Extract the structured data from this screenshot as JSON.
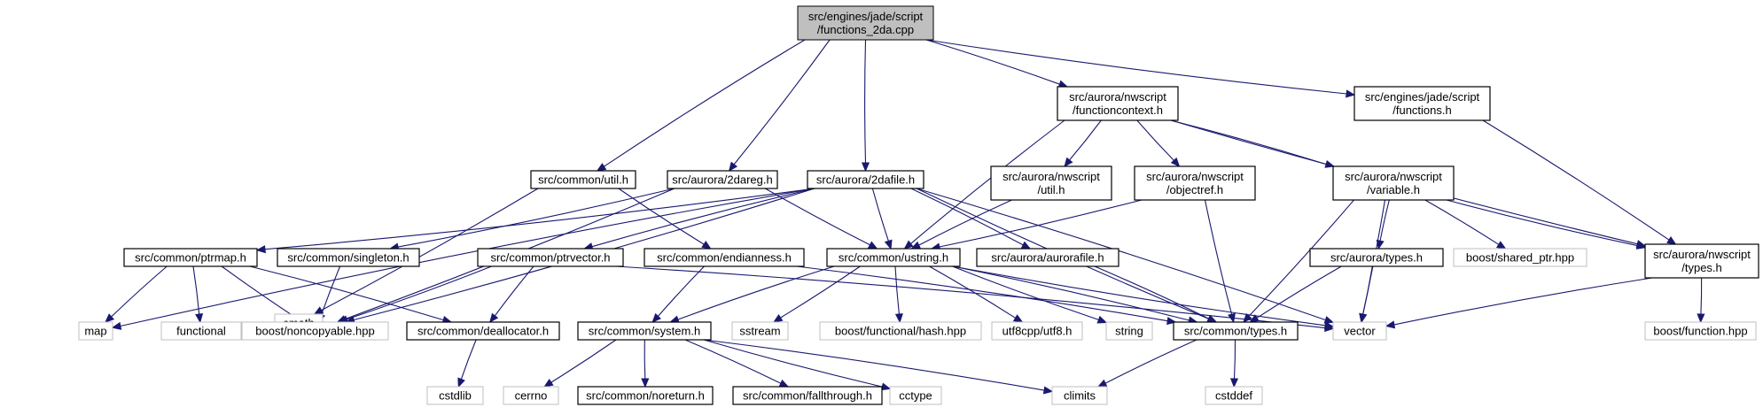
{
  "graph": {
    "nodes": [
      {
        "id": "functions_2da",
        "lines": [
          "src/engines/jade/script",
          "/functions_2da.cpp"
        ],
        "kind": "main"
      },
      {
        "id": "util_h",
        "lines": [
          "src/common/util.h"
        ],
        "kind": "proj"
      },
      {
        "id": "2dareg",
        "lines": [
          "src/aurora/2dareg.h"
        ],
        "kind": "proj"
      },
      {
        "id": "2dafile",
        "lines": [
          "src/aurora/2dafile.h"
        ],
        "kind": "proj"
      },
      {
        "id": "functioncontext",
        "lines": [
          "src/aurora/nwscript",
          "/functioncontext.h"
        ],
        "kind": "proj"
      },
      {
        "id": "jade_functions",
        "lines": [
          "src/engines/jade/script",
          "/functions.h"
        ],
        "kind": "proj"
      },
      {
        "id": "nws_util",
        "lines": [
          "src/aurora/nwscript",
          "/util.h"
        ],
        "kind": "proj"
      },
      {
        "id": "objectref",
        "lines": [
          "src/aurora/nwscript",
          "/objectref.h"
        ],
        "kind": "proj"
      },
      {
        "id": "variable",
        "lines": [
          "src/aurora/nwscript",
          "/variable.h"
        ],
        "kind": "proj"
      },
      {
        "id": "cmath",
        "lines": [
          "cmath"
        ],
        "kind": "ext"
      },
      {
        "id": "ptrmap",
        "lines": [
          "src/common/ptrmap.h"
        ],
        "kind": "proj"
      },
      {
        "id": "singleton",
        "lines": [
          "src/common/singleton.h"
        ],
        "kind": "proj"
      },
      {
        "id": "ptrvector",
        "lines": [
          "src/common/ptrvector.h"
        ],
        "kind": "proj"
      },
      {
        "id": "endianness",
        "lines": [
          "src/common/endianness.h"
        ],
        "kind": "proj"
      },
      {
        "id": "ustring",
        "lines": [
          "src/common/ustring.h"
        ],
        "kind": "proj"
      },
      {
        "id": "aurorafile",
        "lines": [
          "src/aurora/aurorafile.h"
        ],
        "kind": "proj"
      },
      {
        "id": "aurora_types",
        "lines": [
          "src/aurora/types.h"
        ],
        "kind": "proj"
      },
      {
        "id": "shared_ptr",
        "lines": [
          "boost/shared_ptr.hpp"
        ],
        "kind": "ext"
      },
      {
        "id": "nws_types",
        "lines": [
          "src/aurora/nwscript",
          "/types.h"
        ],
        "kind": "proj"
      },
      {
        "id": "map",
        "lines": [
          "map"
        ],
        "kind": "ext"
      },
      {
        "id": "functional",
        "lines": [
          "functional"
        ],
        "kind": "ext"
      },
      {
        "id": "noncopyable",
        "lines": [
          "boost/noncopyable.hpp"
        ],
        "kind": "ext"
      },
      {
        "id": "deallocator",
        "lines": [
          "src/common/deallocator.h"
        ],
        "kind": "proj"
      },
      {
        "id": "system",
        "lines": [
          "src/common/system.h"
        ],
        "kind": "proj"
      },
      {
        "id": "sstream",
        "lines": [
          "sstream"
        ],
        "kind": "ext"
      },
      {
        "id": "hash",
        "lines": [
          "boost/functional/hash.hpp"
        ],
        "kind": "ext"
      },
      {
        "id": "utf8",
        "lines": [
          "utf8cpp/utf8.h"
        ],
        "kind": "ext"
      },
      {
        "id": "string",
        "lines": [
          "string"
        ],
        "kind": "ext"
      },
      {
        "id": "common_types",
        "lines": [
          "src/common/types.h"
        ],
        "kind": "proj"
      },
      {
        "id": "vector",
        "lines": [
          "vector"
        ],
        "kind": "ext"
      },
      {
        "id": "boost_function",
        "lines": [
          "boost/function.hpp"
        ],
        "kind": "ext"
      },
      {
        "id": "cstdlib",
        "lines": [
          "cstdlib"
        ],
        "kind": "ext"
      },
      {
        "id": "cerrno",
        "lines": [
          "cerrno"
        ],
        "kind": "ext"
      },
      {
        "id": "noreturn",
        "lines": [
          "src/common/noreturn.h"
        ],
        "kind": "proj"
      },
      {
        "id": "fallthrough",
        "lines": [
          "src/common/fallthrough.h"
        ],
        "kind": "proj"
      },
      {
        "id": "cctype",
        "lines": [
          "cctype"
        ],
        "kind": "ext"
      },
      {
        "id": "climits",
        "lines": [
          "climits"
        ],
        "kind": "ext"
      },
      {
        "id": "cstddef",
        "lines": [
          "cstddef"
        ],
        "kind": "ext"
      }
    ],
    "edges": [
      [
        "functions_2da",
        "util_h"
      ],
      [
        "functions_2da",
        "2dareg"
      ],
      [
        "functions_2da",
        "2dafile"
      ],
      [
        "functions_2da",
        "functioncontext"
      ],
      [
        "functions_2da",
        "jade_functions"
      ],
      [
        "util_h",
        "cmath"
      ],
      [
        "util_h",
        "endianness"
      ],
      [
        "2dareg",
        "singleton"
      ],
      [
        "2dareg",
        "ustring"
      ],
      [
        "2dareg",
        "noncopyable"
      ],
      [
        "2dafile",
        "map"
      ],
      [
        "2dafile",
        "ptrmap"
      ],
      [
        "2dafile",
        "ptrvector"
      ],
      [
        "2dafile",
        "noncopyable"
      ],
      [
        "2dafile",
        "ustring"
      ],
      [
        "2dafile",
        "aurorafile"
      ],
      [
        "2dafile",
        "common_types"
      ],
      [
        "2dafile",
        "vector"
      ],
      [
        "functioncontext",
        "ustring"
      ],
      [
        "functioncontext",
        "nws_util"
      ],
      [
        "functioncontext",
        "objectref"
      ],
      [
        "functioncontext",
        "variable"
      ],
      [
        "functioncontext",
        "nws_types"
      ],
      [
        "jade_functions",
        "nws_types"
      ],
      [
        "nws_util",
        "ustring"
      ],
      [
        "objectref",
        "ustring"
      ],
      [
        "objectref",
        "common_types"
      ],
      [
        "variable",
        "common_types"
      ],
      [
        "variable",
        "aurora_types"
      ],
      [
        "variable",
        "shared_ptr"
      ],
      [
        "variable",
        "nws_types"
      ],
      [
        "variable",
        "vector"
      ],
      [
        "ptrmap",
        "map"
      ],
      [
        "ptrmap",
        "functional"
      ],
      [
        "ptrmap",
        "noncopyable"
      ],
      [
        "ptrmap",
        "deallocator"
      ],
      [
        "singleton",
        "noncopyable"
      ],
      [
        "ptrvector",
        "noncopyable"
      ],
      [
        "ptrvector",
        "deallocator"
      ],
      [
        "ptrvector",
        "vector"
      ],
      [
        "endianness",
        "system"
      ],
      [
        "endianness",
        "common_types"
      ],
      [
        "ustring",
        "system"
      ],
      [
        "ustring",
        "sstream"
      ],
      [
        "ustring",
        "hash"
      ],
      [
        "ustring",
        "utf8"
      ],
      [
        "ustring",
        "string"
      ],
      [
        "ustring",
        "common_types"
      ],
      [
        "ustring",
        "vector"
      ],
      [
        "aurorafile",
        "common_types"
      ],
      [
        "aurora_types",
        "common_types"
      ],
      [
        "aurora_types",
        "vector"
      ],
      [
        "nws_types",
        "vector"
      ],
      [
        "nws_types",
        "boost_function"
      ],
      [
        "deallocator",
        "cstdlib"
      ],
      [
        "system",
        "cerrno"
      ],
      [
        "system",
        "noreturn"
      ],
      [
        "system",
        "fallthrough"
      ],
      [
        "system",
        "cctype"
      ],
      [
        "system",
        "climits"
      ],
      [
        "common_types",
        "climits"
      ],
      [
        "common_types",
        "cstddef"
      ]
    ]
  }
}
